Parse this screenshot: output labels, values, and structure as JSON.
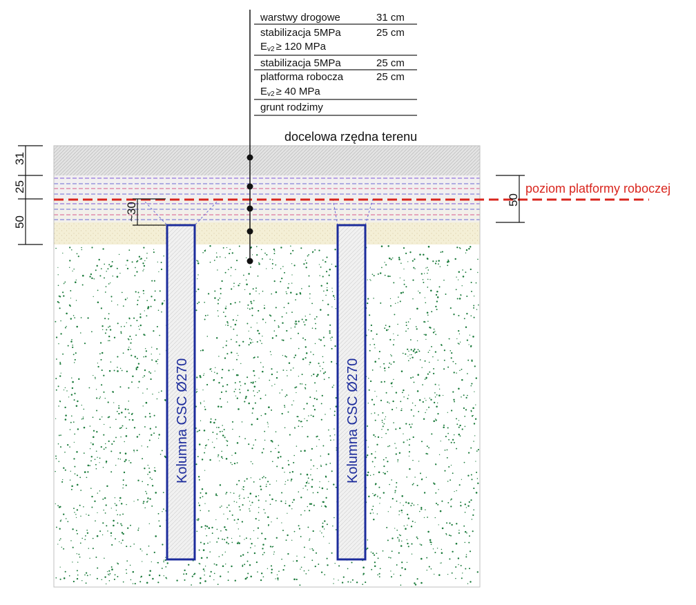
{
  "layer_table": {
    "rows": [
      {
        "name": "warstwy drogowe",
        "thickness": "31 cm"
      },
      {
        "name": "stabilizacja 5MPa",
        "subtitle_prefix": "E",
        "subtitle_sub": "v2",
        "subtitle_rest": "≥ 120 MPa",
        "thickness": "25 cm"
      },
      {
        "name": "stabilizacja 5MPa",
        "thickness": "25 cm"
      },
      {
        "name": "platforma robocza",
        "subtitle_prefix": "E",
        "subtitle_sub": "v2",
        "subtitle_rest": "≥ 40 MPa",
        "thickness": "25 cm"
      },
      {
        "name": "grunt rodzimy",
        "thickness": ""
      }
    ]
  },
  "labels": {
    "ground_level": "docelowa rzędna terenu",
    "platform_level": "poziom platformy roboczej"
  },
  "dimensions": {
    "left": [
      "31",
      "25",
      "50"
    ],
    "inner": "~30",
    "right": "50"
  },
  "columns": [
    {
      "label": "Kolumna CSC Ø270"
    },
    {
      "label": "Kolumna CSC Ø270"
    }
  ],
  "colors": {
    "column_outline": "#1c2c9c",
    "platform_line": "#d9251d",
    "native_soil_dots": "#1a7a3a",
    "road_layers": "#e2e2e2",
    "stabilization": "#f2f0e8",
    "platform_fill": "#f3eed6"
  }
}
